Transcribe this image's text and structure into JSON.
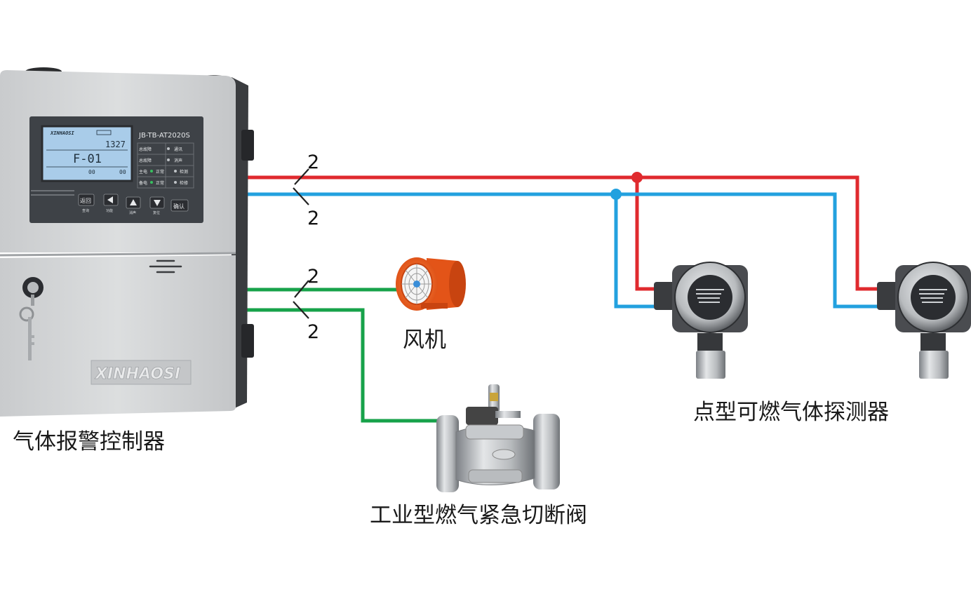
{
  "colors": {
    "red_wire": "#e02a2e",
    "blue_wire": "#23a1df",
    "green_wire": "#17a24a",
    "controller_body": "#d4d6d8",
    "lcd": "#a9cce9",
    "fan_orange": "#f2611f"
  },
  "controller": {
    "label": "气体报警控制器",
    "model": "JB-TB-AT2020S",
    "brand": "XINHAOSI",
    "lcd": {
      "brand_small": "XINHAOSI",
      "top_right_value": "1327",
      "main": "F-01",
      "left_value": "00",
      "right_value": "00"
    },
    "indicators": [
      {
        "left": "总故障",
        "right": "通讯"
      },
      {
        "left": "总故障",
        "right": "消声"
      },
      {
        "left": "主电",
        "mid": "正常",
        "right": "检测"
      },
      {
        "left": "备电",
        "mid": "正常",
        "right": "检修"
      }
    ],
    "buttons": [
      {
        "label": "返回",
        "sub": "查询"
      },
      {
        "icon": "left-arrow-icon",
        "sub": "功能"
      },
      {
        "icon": "up-arrow-icon",
        "sub": "消声"
      },
      {
        "icon": "down-arrow-icon",
        "sub": "复位"
      },
      {
        "label": "确认",
        "sub": ""
      }
    ]
  },
  "wire_counts": {
    "red": "2",
    "blue": "2",
    "fan": "2",
    "valve": "2"
  },
  "fan": {
    "label": "风机"
  },
  "valve": {
    "label": "工业型燃气紧急切断阀"
  },
  "detectors": {
    "label": "点型可燃气体探测器"
  }
}
